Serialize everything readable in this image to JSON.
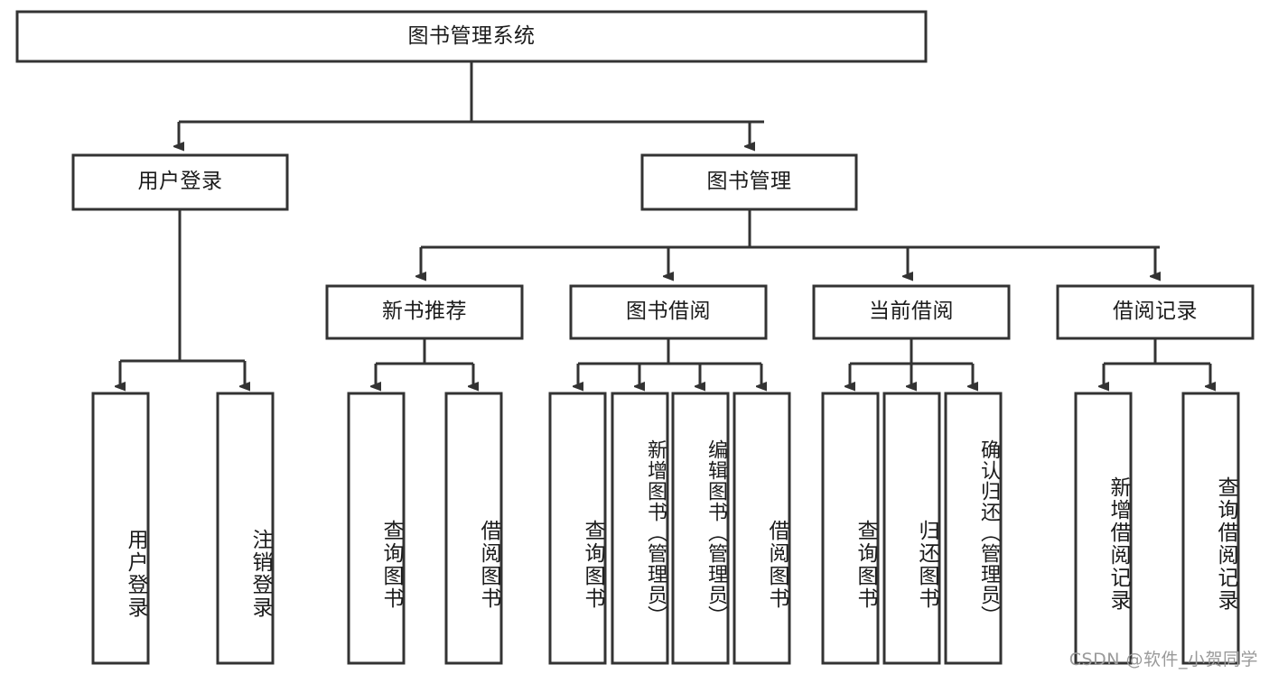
{
  "diagram": {
    "title": "图书管理系统",
    "watermark": "CSDN @软件_小贺同学",
    "colors": {
      "stroke": "#333333",
      "box_fill": "#ffffff",
      "text": "#1b1b1b",
      "watermark": "#9a9a9a",
      "background": "#ffffff"
    },
    "levels": {
      "root": {
        "label": "图书管理系统"
      },
      "level2": [
        {
          "label": "用户登录"
        },
        {
          "label": "图书管理"
        }
      ],
      "level3": [
        {
          "label": "新书推荐"
        },
        {
          "label": "图书借阅"
        },
        {
          "label": "当前借阅"
        },
        {
          "label": "借阅记录"
        }
      ],
      "level4": {
        "user_login": [
          {
            "label": "用户登录"
          },
          {
            "label": "注销登录"
          }
        ],
        "new_book_recommend": [
          {
            "label": "查询图书"
          },
          {
            "label": "借阅图书"
          }
        ],
        "book_borrow": [
          {
            "label": "查询图书"
          },
          {
            "label": "新增图书（管理员）"
          },
          {
            "label": "编辑图书（管理员）"
          },
          {
            "label": "借阅图书"
          }
        ],
        "current_borrow": [
          {
            "label": "查询图书"
          },
          {
            "label": "归还图书"
          },
          {
            "label": "确认归还（管理员）"
          }
        ],
        "borrow_record": [
          {
            "label": "新增借阅记录"
          },
          {
            "label": "查询借阅记录"
          }
        ]
      }
    }
  }
}
